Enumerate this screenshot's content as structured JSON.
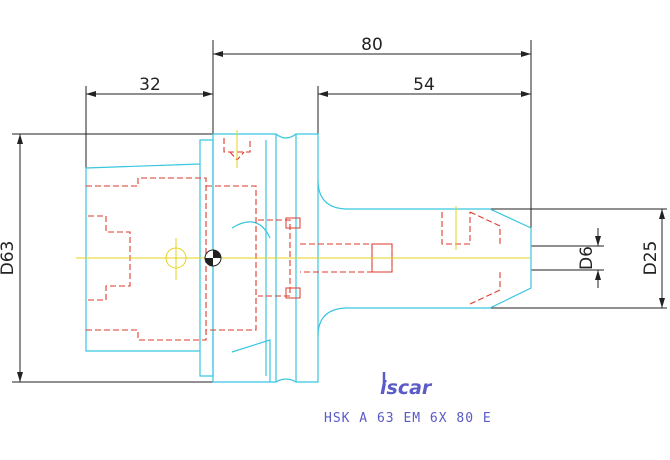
{
  "dimensions": {
    "overall_length": "80",
    "shank_length": "32",
    "projection_length": "54",
    "flange_diameter": "D63",
    "body_diameter": "D25",
    "bore_diameter": "D6"
  },
  "logo": {
    "text": "iscar",
    "color": "#5a5ac8"
  },
  "caption": "HSK A 63 EM 6X 80 E",
  "colors": {
    "outline": "#39c6df",
    "hidden": "#e03a2e",
    "center": "#e6d21e",
    "dimension": "#222222",
    "caption": "#5a5ac8"
  }
}
